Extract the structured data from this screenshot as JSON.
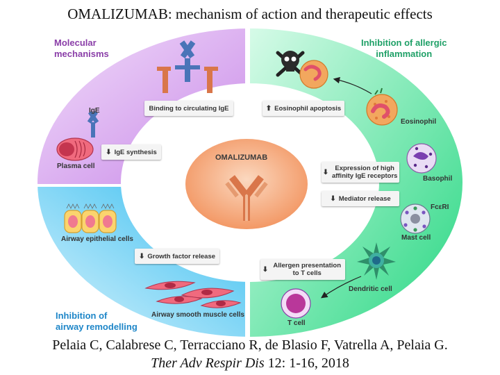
{
  "title": "OMALIZUMAB: mechanism of action and therapeutic effects",
  "center_label": "OMALIZUMAB",
  "sections": {
    "molecular": [
      "Molecular",
      "mechanisms"
    ],
    "allergic": [
      "Inhibition of allergic",
      "inflammation"
    ],
    "remodelling": [
      "Inhibition of",
      "airway remodelling"
    ]
  },
  "boxes": {
    "binding": {
      "arrow": "",
      "text": "Binding to circulating IgE"
    },
    "ige_synthesis": {
      "arrow": "⬇",
      "text": "IgE synthesis"
    },
    "eos_apoptosis": {
      "arrow": "⬆",
      "text": "Eosinophil apoptosis"
    },
    "expression": {
      "arrow": "⬇",
      "text": "Expression of high affinity IgE receptors"
    },
    "mediator": {
      "arrow": "⬇",
      "text": "Mediator release"
    },
    "growth": {
      "arrow": "⬇",
      "text": "Growth factor release"
    },
    "allergen": {
      "arrow": "⬇",
      "text": "Allergen presentation to T cells"
    }
  },
  "cell_labels": {
    "ige": "IgE",
    "plasma_cell": "Plasma cell",
    "airway_epithelial": "Airway epithelial cells",
    "airway_smooth_muscle": "Airway smooth muscle cells",
    "eosinophil": "Eosinophil",
    "basophil": "Basophil",
    "fceri": "FcεRI",
    "mast_cell": "Mast cell",
    "dendritic_cell": "Dendritic cell",
    "t_cell": "T cell"
  },
  "colors": {
    "purple": "#d49cf0",
    "green": "#2fe08a",
    "blue": "#48c6f2",
    "center": "#f39a66",
    "antibody_orange": "#d9764a",
    "antibody_blue": "#4a74b8"
  },
  "citation": {
    "authors": "Pelaia C, Calabrese C, Terracciano R, de Blasio F, Vatrella A, Pelaia G.",
    "journal": "Ther Adv Respir Dis",
    "reference": " 12: 1-16, 2018"
  }
}
